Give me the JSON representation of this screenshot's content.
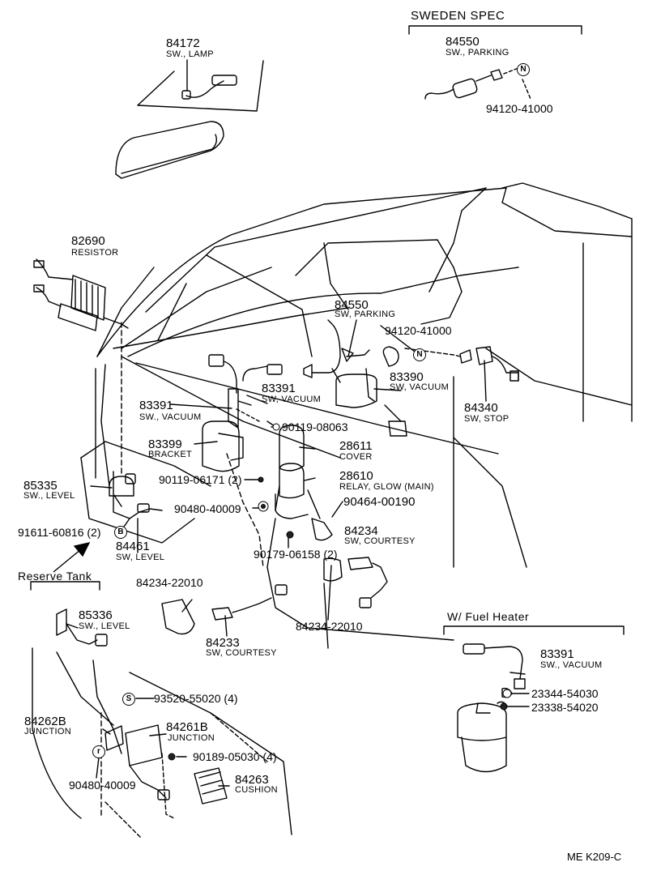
{
  "sections": {
    "sweden": "SWEDEN  SPEC",
    "reserve": "Reserve Tank",
    "fuel_heater": "W/ Fuel Heater"
  },
  "parts": [
    {
      "id": "84172_top",
      "num": "84172",
      "desc": "SW., LAMP"
    },
    {
      "id": "84550_top",
      "num": "84550",
      "desc": "SW., PARKING"
    },
    {
      "id": "94120_top",
      "num": "94120-41000",
      "desc": ""
    },
    {
      "id": "82690",
      "num": "82690",
      "desc": "RESISTOR"
    },
    {
      "id": "84550_mid",
      "num": "84550",
      "desc": "SW, PARKING"
    },
    {
      "id": "94120_mid",
      "num": "94120-41000",
      "desc": ""
    },
    {
      "id": "83390",
      "num": "83390",
      "desc": "SW, VACUUM"
    },
    {
      "id": "83391_upper",
      "num": "83391",
      "desc": "SW, VACUUM"
    },
    {
      "id": "83391_left",
      "num": "83391",
      "desc": "SW., VACUUM"
    },
    {
      "id": "84340",
      "num": "84340",
      "desc": "SW, STOP"
    },
    {
      "id": "90119_08063",
      "num": "90119-08063",
      "desc": ""
    },
    {
      "id": "83399",
      "num": "83399",
      "desc": "BRACKET"
    },
    {
      "id": "28611",
      "num": "28611",
      "desc": "COVER"
    },
    {
      "id": "85335",
      "num": "85335",
      "desc": "SW., LEVEL"
    },
    {
      "id": "90119_06171",
      "num": "90119-06171  (2)",
      "desc": ""
    },
    {
      "id": "28610",
      "num": "28610",
      "desc": "RELAY, GLOW (MAIN)"
    },
    {
      "id": "90480_mid",
      "num": "90480-40009",
      "desc": ""
    },
    {
      "id": "90464",
      "num": "90464-00190",
      "desc": ""
    },
    {
      "id": "91611",
      "num": "91611-60816 (2)",
      "desc": ""
    },
    {
      "id": "84461",
      "num": "84461",
      "desc": "SW, LEVEL"
    },
    {
      "id": "84234_r",
      "num": "84234",
      "desc": "SW, COURTESY"
    },
    {
      "id": "90179",
      "num": "90179-06158 (2)",
      "desc": ""
    },
    {
      "id": "84234_22010_l",
      "num": "84234-22010",
      "desc": ""
    },
    {
      "id": "85336",
      "num": "85336",
      "desc": "SW., LEVEL"
    },
    {
      "id": "84233",
      "num": "84233",
      "desc": "SW, COURTESY"
    },
    {
      "id": "84234_22010_r",
      "num": "84234-22010",
      "desc": ""
    },
    {
      "id": "83391_heater",
      "num": "83391",
      "desc": "SW., VACUUM"
    },
    {
      "id": "23344",
      "num": "23344-54030",
      "desc": ""
    },
    {
      "id": "23338",
      "num": "23338-54020",
      "desc": ""
    },
    {
      "id": "93520",
      "num": "93520-55020  (4)",
      "desc": ""
    },
    {
      "id": "84262b",
      "num": "84262B",
      "desc": "JUNCTION"
    },
    {
      "id": "84261b",
      "num": "84261B",
      "desc": "JUNCTION"
    },
    {
      "id": "90189",
      "num": "90189-05030  (4)",
      "desc": ""
    },
    {
      "id": "90480_bot",
      "num": "90480-40009",
      "desc": ""
    },
    {
      "id": "84263",
      "num": "84263",
      "desc": "CUSHION"
    }
  ],
  "badges": {
    "n_top": "N",
    "n_mid": "N",
    "b": "B",
    "s": "S",
    "r": "r"
  },
  "footer": "ME  K209-C"
}
